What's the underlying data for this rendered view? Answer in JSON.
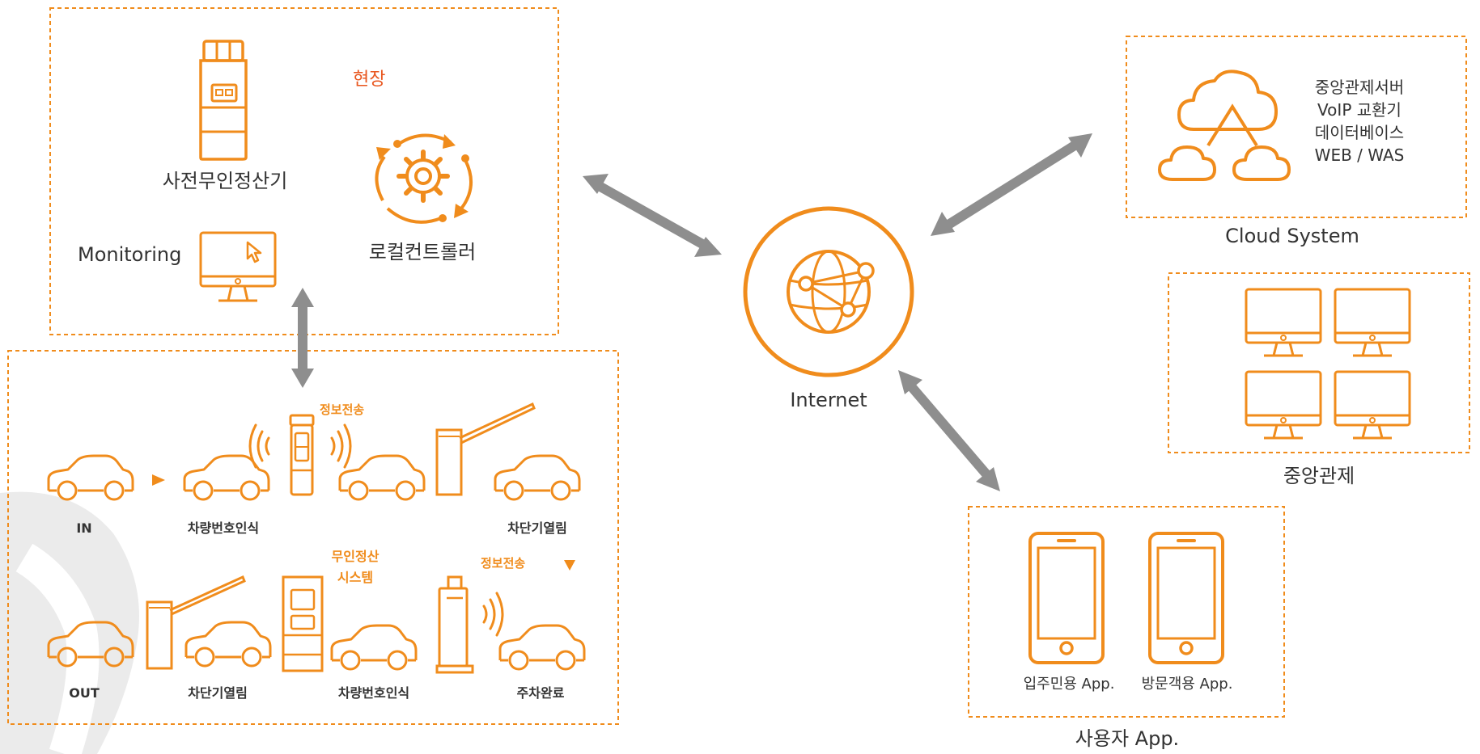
{
  "colors": {
    "accent": "#f08c1c",
    "accent_red": "#e8561e",
    "arrow": "#8e8e8e",
    "text": "#333333",
    "background_mark": "#ebebeb"
  },
  "site": {
    "title": "현장",
    "kiosk_label": "사전무인정산기",
    "monitoring_label": "Monitoring",
    "controller_label": "로컬컨트롤러"
  },
  "flow": {
    "info_transfer_top": "정보전송",
    "in_label": "IN",
    "plate_recognition_top": "차량번호인식",
    "barrier_open_top": "차단기열림",
    "payment_system_line1": "무인정산",
    "payment_system_line2": "시스템",
    "info_transfer_bottom": "정보전송",
    "out_label": "OUT",
    "barrier_open_bottom": "차단기열림",
    "plate_recognition_bottom": "차량번호인식",
    "parking_complete": "주차완료"
  },
  "internet": {
    "label": "Internet"
  },
  "cloud": {
    "services": [
      "중앙관제서버",
      "VoIP 교환기",
      "데이터베이스",
      "WEB / WAS"
    ],
    "caption": "Cloud System"
  },
  "central": {
    "caption": "중앙관제"
  },
  "apps": {
    "resident_app": "입주민용 App.",
    "visitor_app": "방문객용 App.",
    "caption": "사용자 App."
  },
  "icons": [
    "kiosk-icon",
    "gear-cycle-icon",
    "monitor-cursor-icon",
    "globe-network-icon",
    "cloud-network-icon",
    "monitor-icon",
    "smartphone-icon",
    "car-icon",
    "barrier-gate-icon",
    "wireless-signal-icon",
    "triangle-arrow-icon"
  ]
}
